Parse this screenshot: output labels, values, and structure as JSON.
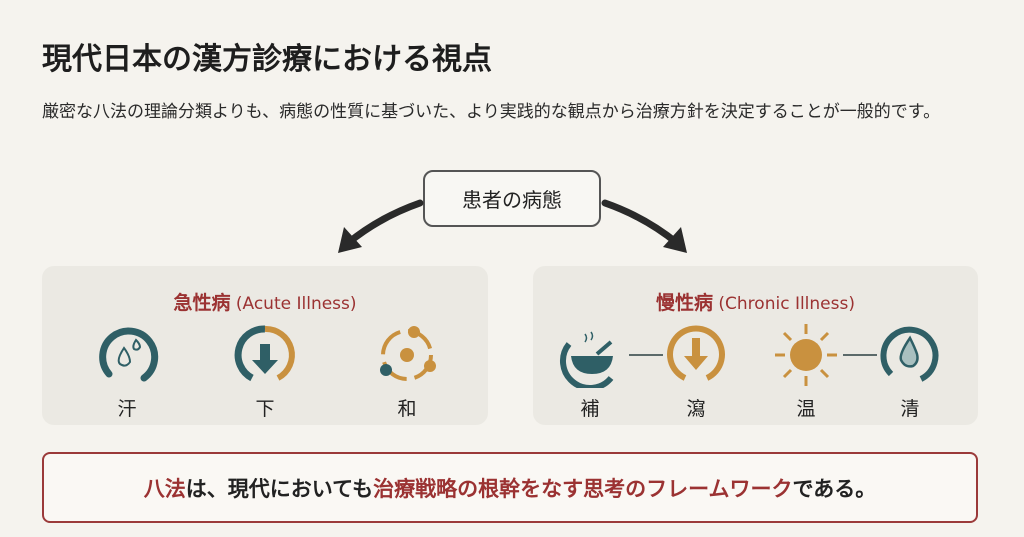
{
  "title": "現代日本の漢方診療における視点",
  "description": "厳密な八法の理論分類よりも、病態の性質に基づいた、より実践的な観点から治療方針を決定することが一般的です。",
  "center_label": "患者の病態",
  "acute": {
    "title_jp": "急性病",
    "title_en": "(Acute Illness)",
    "items": [
      {
        "label": "汗",
        "icon": "sweat-drops-icon"
      },
      {
        "label": "下",
        "icon": "down-arrow-icon"
      },
      {
        "label": "和",
        "icon": "harmony-circle-icon"
      }
    ]
  },
  "chronic": {
    "title_jp": "慢性病",
    "title_en": "(Chronic Illness)",
    "items": [
      {
        "label": "補",
        "icon": "bowl-icon"
      },
      {
        "label": "瀉",
        "icon": "down-arrow-icon"
      },
      {
        "label": "温",
        "icon": "sun-icon"
      },
      {
        "label": "清",
        "icon": "water-drop-icon"
      }
    ]
  },
  "conclusion": {
    "part1": "八法",
    "part2": "は、現代においても",
    "part3": "治療戦略の根幹をなす思考のフレームワーク",
    "part4": "である。"
  },
  "colors": {
    "accent": "#9b3232",
    "teal": "#2f5f66",
    "ochre": "#c9913f"
  }
}
